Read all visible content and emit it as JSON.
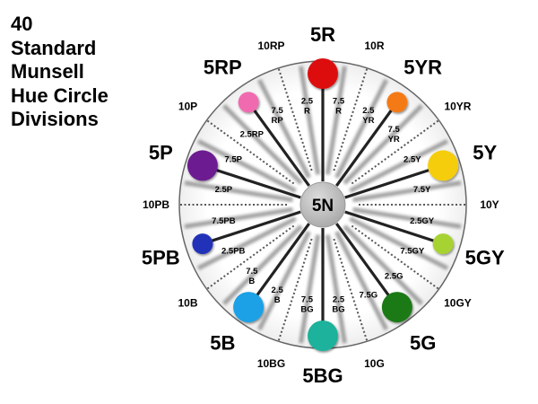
{
  "title_lines": [
    "40",
    "Standard",
    "Munsell",
    "Hue Circle",
    "Divisions"
  ],
  "center_label": "5N",
  "major_hues": [
    {
      "label": "5R",
      "color": "#dd1010"
    },
    {
      "label": "5YR",
      "color": "#f47a17"
    },
    {
      "label": "5Y",
      "color": "#f5cd0f"
    },
    {
      "label": "5GY",
      "color": "#a6d332"
    },
    {
      "label": "5G",
      "color": "#1f7a14"
    },
    {
      "label": "5BG",
      "color": "#1fb29b"
    },
    {
      "label": "5B",
      "color": "#1aa0e6"
    },
    {
      "label": "5PB",
      "color": "#2330b8"
    },
    {
      "label": "5P",
      "color": "#6c1b90"
    },
    {
      "label": "5RP",
      "color": "#f06bb0"
    }
  ],
  "ten_labels": [
    "10R",
    "10YR",
    "10Y",
    "10GY",
    "10G",
    "10BG",
    "10B",
    "10PB",
    "10P",
    "10RP"
  ],
  "inner_labels": [
    "7.5\nR",
    "2.5\nYR",
    "7.5\nYR",
    "2.5Y",
    "7.5Y",
    "2.5GY",
    "7.5GY",
    "2.5G",
    "7.5G",
    "2.5\nBG",
    "7.5\nBG",
    "2.5\nB",
    "7.5\nB",
    "2.5PB",
    "7.5PB",
    "2.5P",
    "7.5P",
    "2.5RP",
    "7.5\nRP",
    "2.5\nR"
  ]
}
